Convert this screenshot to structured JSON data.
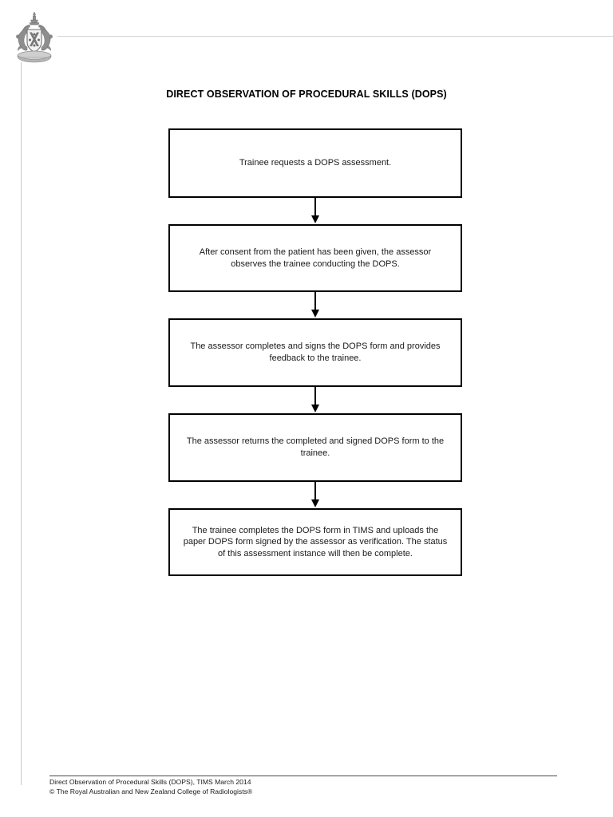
{
  "page": {
    "background_color": "#ffffff",
    "header_rule_color": "#d6d6d6",
    "left_rule_color": "#c9c9c9",
    "footer_rule_color": "#4a4a4a"
  },
  "logo": {
    "name": "royal-australian-new-zealand-college-of-radiologists-crest",
    "description": "Coat of arms crest with two lion supporters, central shield and crown"
  },
  "header": {
    "title": "DIRECT OBSERVATION OF PROCEDURAL SKILLS (DOPS)"
  },
  "flowchart": {
    "type": "flowchart",
    "orientation": "vertical",
    "connector_count": 4,
    "steps": [
      {
        "index": 1,
        "text": "Trainee requests a DOPS assessment."
      },
      {
        "index": 2,
        "text": "After consent from the patient has been given, the assessor observes the trainee conducting the DOPS."
      },
      {
        "index": 3,
        "text": "The assessor completes and signs the DOPS form and provides feedback to the trainee."
      },
      {
        "index": 4,
        "text": "The assessor returns the completed and signed DOPS form to the trainee."
      },
      {
        "index": 5,
        "text": "The trainee completes the DOPS form in TIMS and uploads the paper DOPS form signed by the assessor as verification. The status of this assessment instance will then be complete."
      }
    ]
  },
  "footer": {
    "line1": "Direct Observation of Procedural Skills (DOPS), TIMS March 2014",
    "line2": "© The Royal Australian and New Zealand College of Radiologists®"
  }
}
